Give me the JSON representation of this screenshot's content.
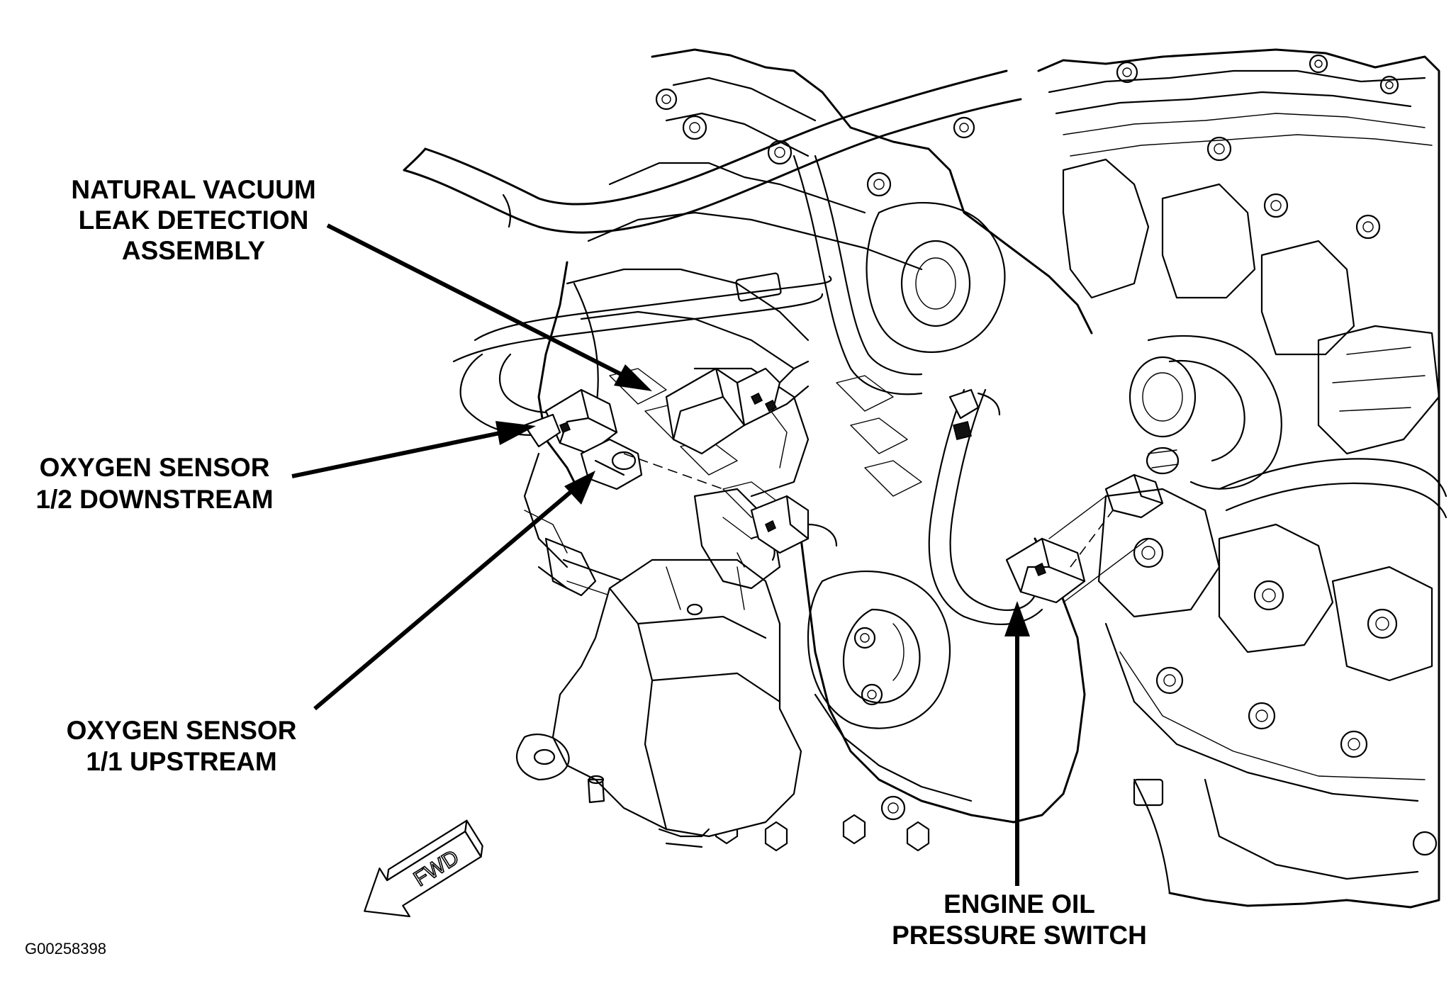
{
  "callouts": {
    "vacuum_leak": {
      "line1": "NATURAL VACUUM",
      "line2": "LEAK DETECTION",
      "line3": "ASSEMBLY"
    },
    "o2_downstream": {
      "line1": "OXYGEN SENSOR",
      "line2": "1/2 DOWNSTREAM"
    },
    "o2_upstream": {
      "line1": "OXYGEN SENSOR",
      "line2": "1/1 UPSTREAM"
    },
    "oil_pressure": {
      "line1": "ENGINE OIL",
      "line2": "PRESSURE SWITCH"
    }
  },
  "fwd_indicator": {
    "label": "FWD"
  },
  "figure_id": "G00258398",
  "colors": {
    "ink": "#000000",
    "paper": "#ffffff"
  }
}
